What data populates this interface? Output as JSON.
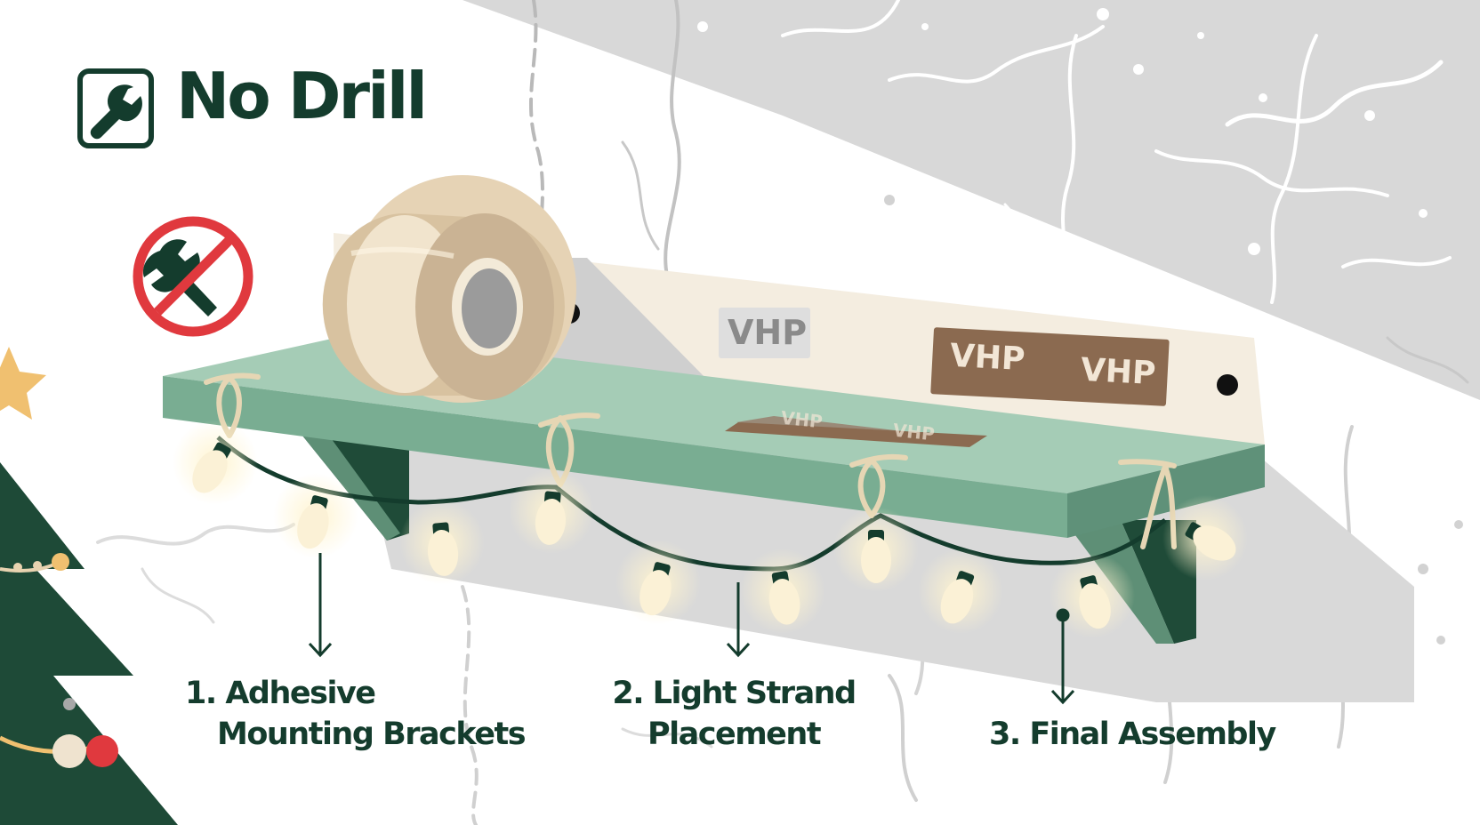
{
  "title": "No Drill",
  "icons": {
    "title_icon": "wrench-icon",
    "no_drill_icon": "no-tools-prohibited-icon",
    "tape_roll": "mounting-tape-roll",
    "tree": "christmas-tree-icon",
    "star": "star-icon",
    "lights": "string-light-bulb-icon"
  },
  "tape_labels": [
    "VHP",
    "VHP",
    "VHP",
    "VHP",
    "VHP"
  ],
  "steps": [
    {
      "line1": "1. Adhesive",
      "line2": "Mounting Brackets"
    },
    {
      "line1": "2. Light Strand",
      "line2": "Placement"
    },
    {
      "line1": "3. Final Assembly"
    }
  ],
  "colors": {
    "dark_green": "#143c2d",
    "shelf_green": "#8fbfa6",
    "wall_gray": "#d6d6d6",
    "tape_beige": "#e8d5b8",
    "vhp_brown": "#8b6a50",
    "prohibited_red": "#e0393e",
    "bulb_cream": "#fbf1d6",
    "star_gold": "#f0c070"
  }
}
